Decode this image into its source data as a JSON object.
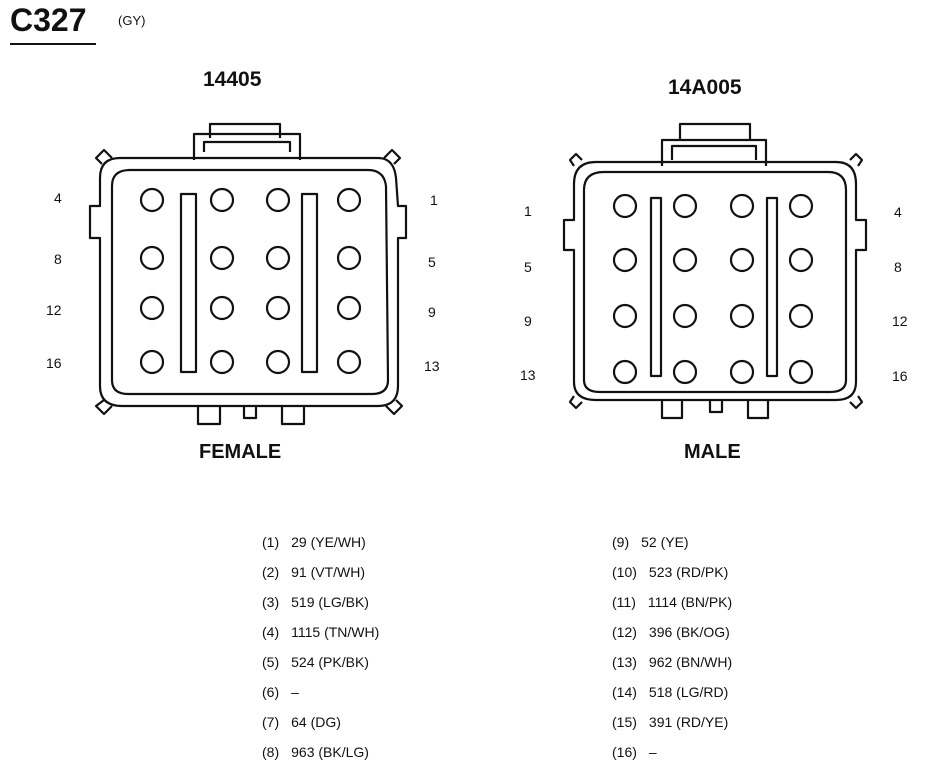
{
  "header": {
    "connector_id": "C327",
    "color_code": "(GY)"
  },
  "connectors": [
    {
      "part_number": "14405",
      "gender": "FEMALE",
      "left_row_labels": [
        "4",
        "8",
        "12",
        "16"
      ],
      "right_row_labels": [
        "1",
        "5",
        "9",
        "13"
      ]
    },
    {
      "part_number": "14A005",
      "gender": "MALE",
      "left_row_labels": [
        "1",
        "5",
        "9",
        "13"
      ],
      "right_row_labels": [
        "4",
        "8",
        "12",
        "16"
      ]
    }
  ],
  "pinout": [
    {
      "pin": "(1)",
      "circuit": "29 (YE/WH)"
    },
    {
      "pin": "(2)",
      "circuit": "91 (VT/WH)"
    },
    {
      "pin": "(3)",
      "circuit": "519 (LG/BK)"
    },
    {
      "pin": "(4)",
      "circuit": "1115 (TN/WH)"
    },
    {
      "pin": "(5)",
      "circuit": "524 (PK/BK)"
    },
    {
      "pin": "(6)",
      "circuit": "–"
    },
    {
      "pin": "(7)",
      "circuit": "64 (DG)"
    },
    {
      "pin": "(8)",
      "circuit": "963 (BK/LG)"
    },
    {
      "pin": "(9)",
      "circuit": "52 (YE)"
    },
    {
      "pin": "(10)",
      "circuit": "523 (RD/PK)"
    },
    {
      "pin": "(11)",
      "circuit": "1114 (BN/PK)"
    },
    {
      "pin": "(12)",
      "circuit": "396 (BK/OG)"
    },
    {
      "pin": "(13)",
      "circuit": "962 (BN/WH)"
    },
    {
      "pin": "(14)",
      "circuit": "518 (LG/RD)"
    },
    {
      "pin": "(15)",
      "circuit": "391 (RD/YE)"
    },
    {
      "pin": "(16)",
      "circuit": "–"
    }
  ]
}
